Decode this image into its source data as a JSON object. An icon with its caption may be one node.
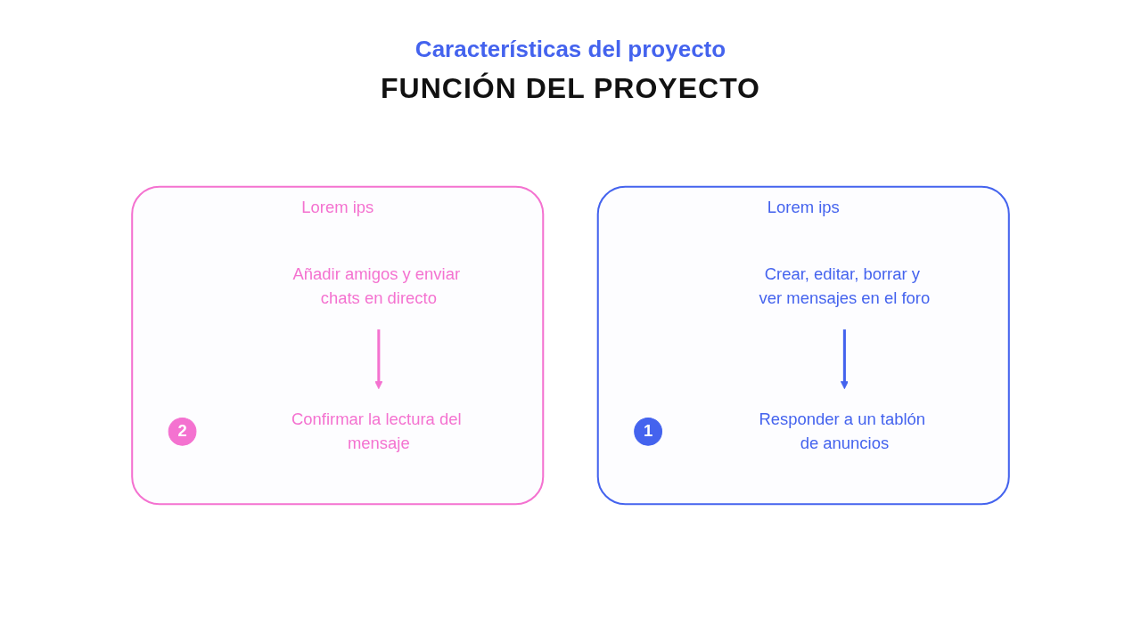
{
  "diagram": {
    "title": "FUNCIÓN DEL PROYECTO",
    "nodes": [
      {
        "text": [
          "Lorem ips"
        ]
      },
      {
        "text": [
          "1"
        ],
        "in": 0
      },
      {
        "text": [
          "Crear, editar, borrar y ver mensajes en el foro"
        ],
        "in": 0
      },
      {
        "text": [
          "Responder a un tablón de anuncios"
        ],
        "in": 0
      },
      {
        "text": [
          "Lorem ips"
        ]
      },
      {
        "text": [
          "2"
        ],
        "in": 4
      },
      {
        "text": [
          "Añadir amigos y enviar chats en directo"
        ],
        "in": 4
      },
      {
        "text": [
          "Confirmar la lectura del mensaje"
        ],
        "in": 4
      }
    ],
    "edges": [
      {
        "from": 2,
        "to": 3,
        "arrow": "to",
        "color": "#4463ee"
      },
      {
        "from": 6,
        "to": 7,
        "arrow": "to",
        "color": "#f472d0"
      }
    ],
    "labels": [
      "Características del proyecto"
    ]
  }
}
